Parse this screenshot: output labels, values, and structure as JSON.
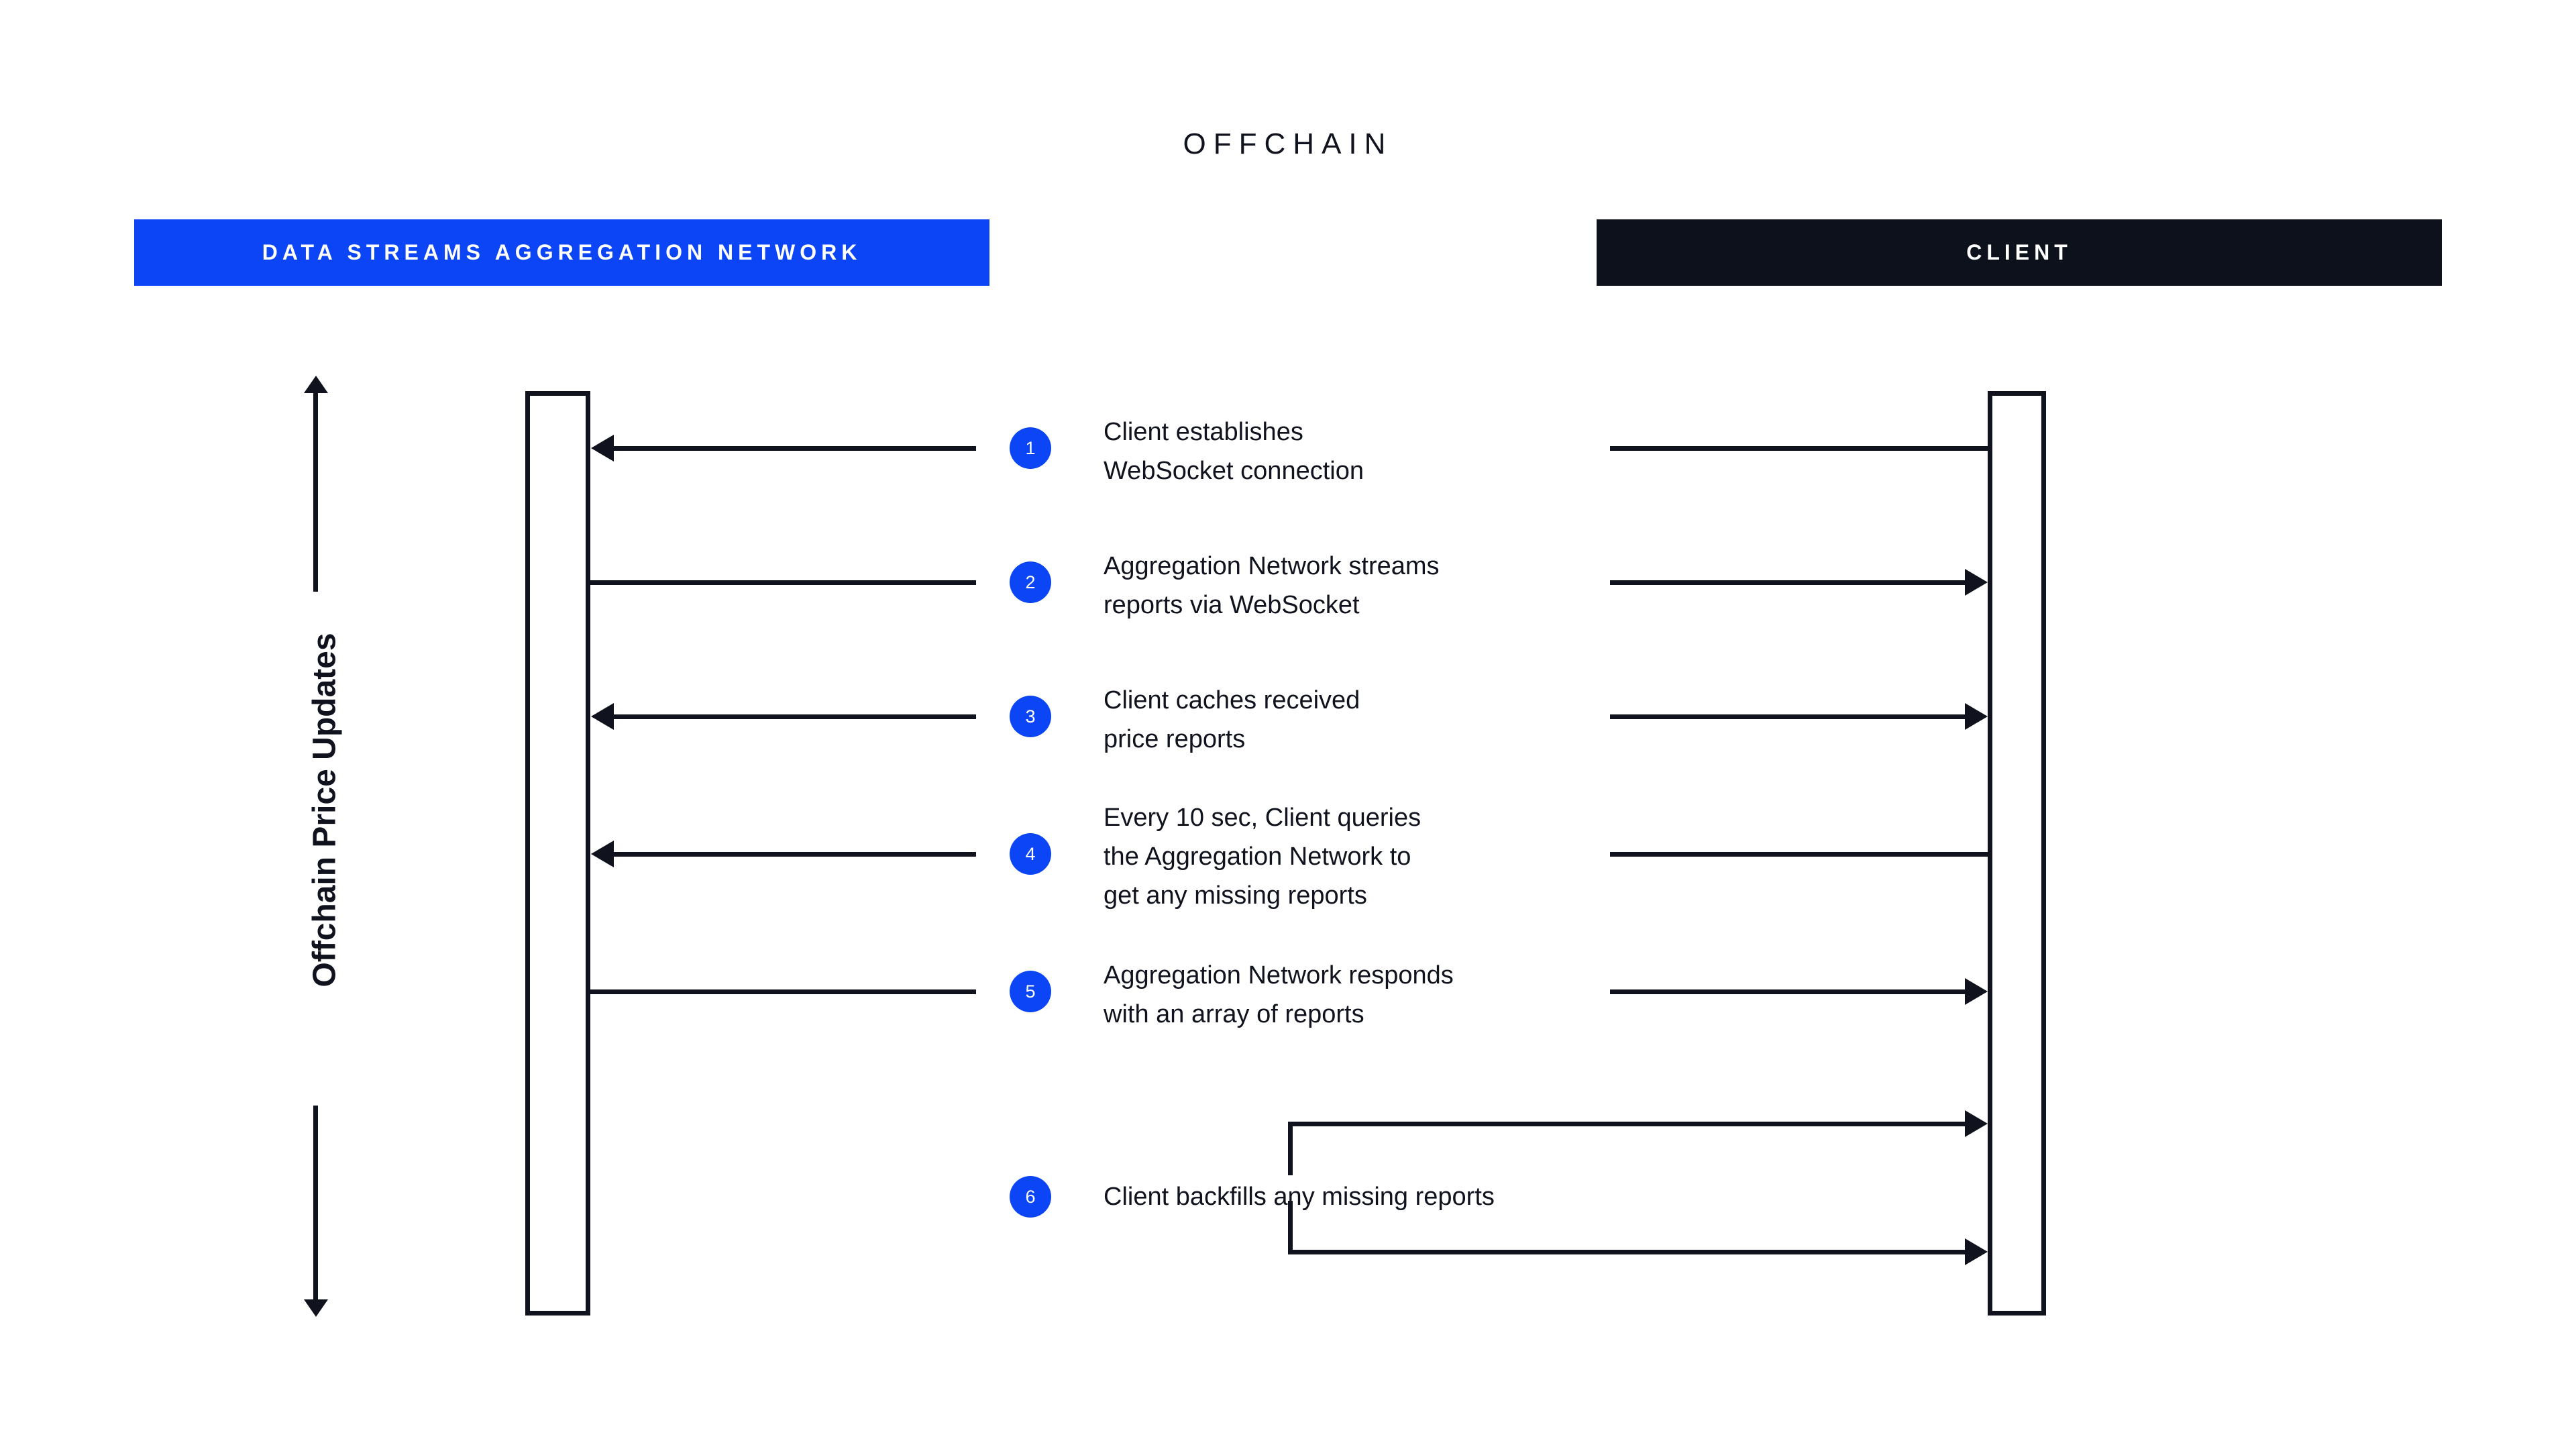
{
  "diagram": {
    "title": "OFFCHAIN",
    "vertical_axis_label": "Offchain Price Updates",
    "colors": {
      "accent_blue": "#0b45f5",
      "dark_navy": "#0d111c",
      "stroke": "#10131d",
      "background": "#ffffff"
    },
    "lanes": [
      {
        "id": "aggregation-network",
        "label": "DATA STREAMS AGGREGATION NETWORK",
        "bar_color": "#0b45f5"
      },
      {
        "id": "client",
        "label": "CLIENT",
        "bar_color": "#0d111c"
      }
    ],
    "steps": [
      {
        "number": "1",
        "text": "Client establishes\nWebSocket connection",
        "direction": "client-to-network"
      },
      {
        "number": "2",
        "text": "Aggregation Network streams\nreports via WebSocket",
        "direction": "network-to-client"
      },
      {
        "number": "3",
        "text": "Client caches received\nprice reports",
        "direction": "client-to-network"
      },
      {
        "number": "4",
        "text": "Every 10 sec, Client queries\nthe Aggregation Network to\nget any missing reports",
        "direction": "client-to-network"
      },
      {
        "number": "5",
        "text": "Aggregation Network responds\nwith an array of reports",
        "direction": "network-to-client"
      },
      {
        "number": "6",
        "text": "Client backfills any missing reports",
        "direction": "client-self-loop"
      }
    ]
  }
}
